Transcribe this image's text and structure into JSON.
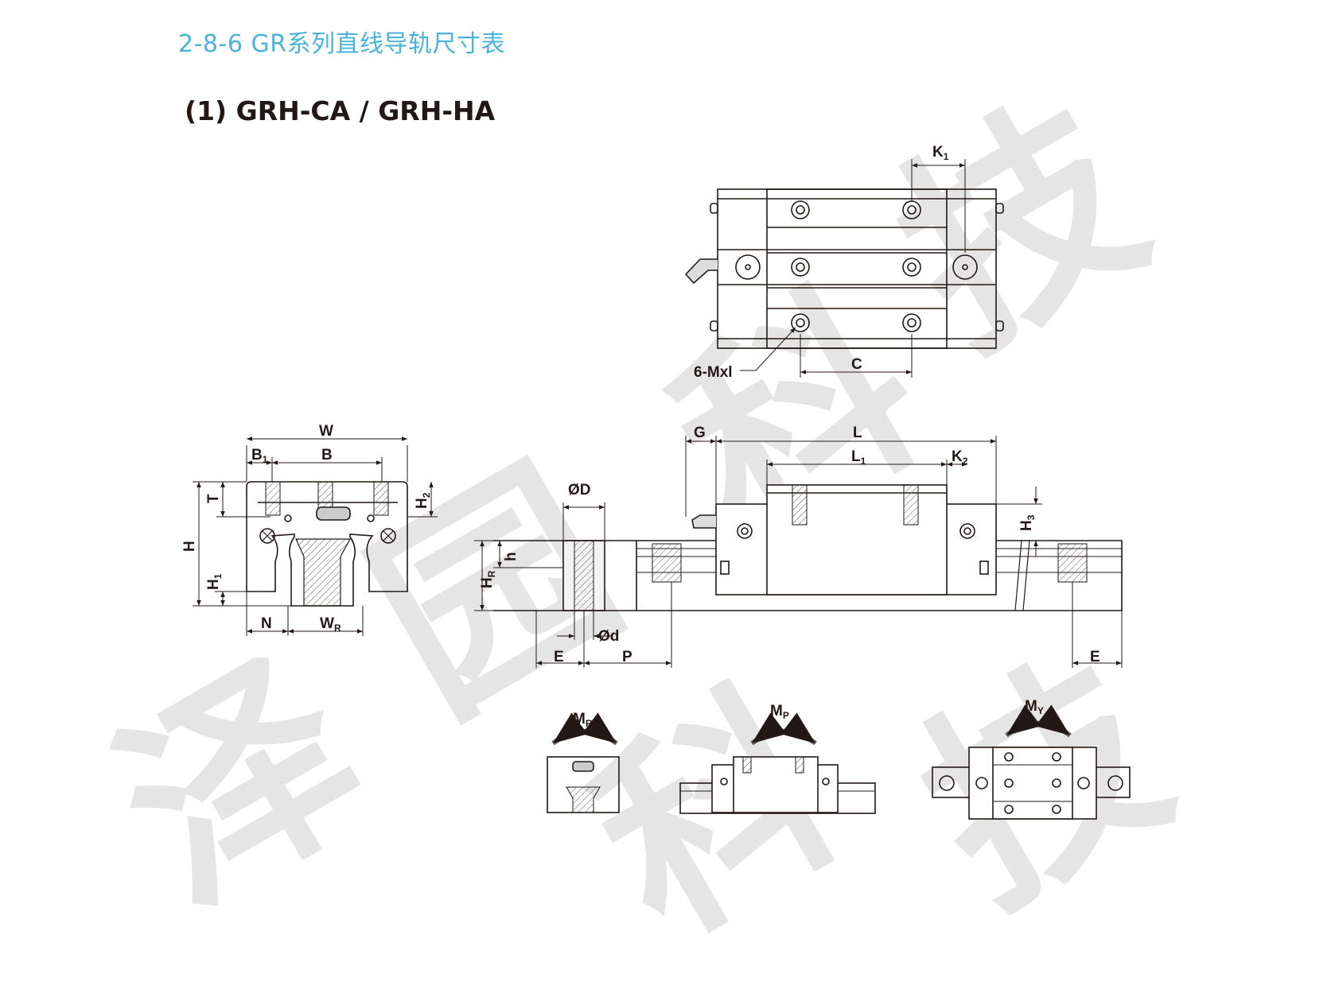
{
  "header": {
    "section_title": "2-8-6 GR系列直线导轨尺寸表",
    "model_title": "(1) GRH-CA / GRH-HA"
  },
  "watermark": {
    "chars": [
      "泽",
      "园",
      "科",
      "技",
      "科",
      "技"
    ]
  },
  "labels": {
    "K1": "K",
    "K1_sub": "1",
    "mxl": "6-Mxl",
    "C": "C",
    "W": "W",
    "B1": "B",
    "B1_sub": "1",
    "B": "B",
    "T": "T",
    "H2": "H",
    "H2_sub": "2",
    "H": "H",
    "H1": "H",
    "H1_sub": "1",
    "N": "N",
    "WR": "W",
    "WR_sub": "R",
    "OD": "ØD",
    "h": "h",
    "HR": "H",
    "HR_sub": "R",
    "Od": "Ød",
    "E": "E",
    "P": "P",
    "G": "G",
    "L": "L",
    "L1": "L",
    "L1_sub": "1",
    "K2": "K",
    "K2_sub": "2",
    "H3": "H",
    "H3_sub": "3",
    "E2": "E",
    "MR": "M",
    "MR_sub": "R",
    "MP": "M",
    "MP_sub": "P",
    "MY": "M",
    "MY_sub": "Y"
  },
  "colors": {
    "title_blue": "#4ab3d9",
    "ink": "#231815",
    "watermark": "#e3e3e3"
  }
}
